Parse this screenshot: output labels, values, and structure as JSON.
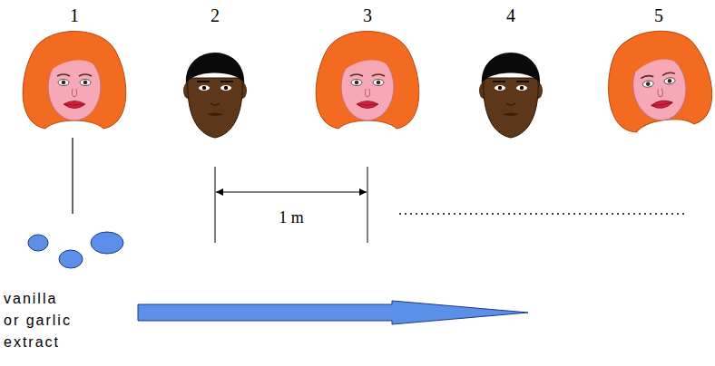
{
  "diagram": {
    "labels": [
      "1",
      "2",
      "3",
      "4",
      "5",
      "1 m",
      "vanilla or garlic extract"
    ]
  }
}
